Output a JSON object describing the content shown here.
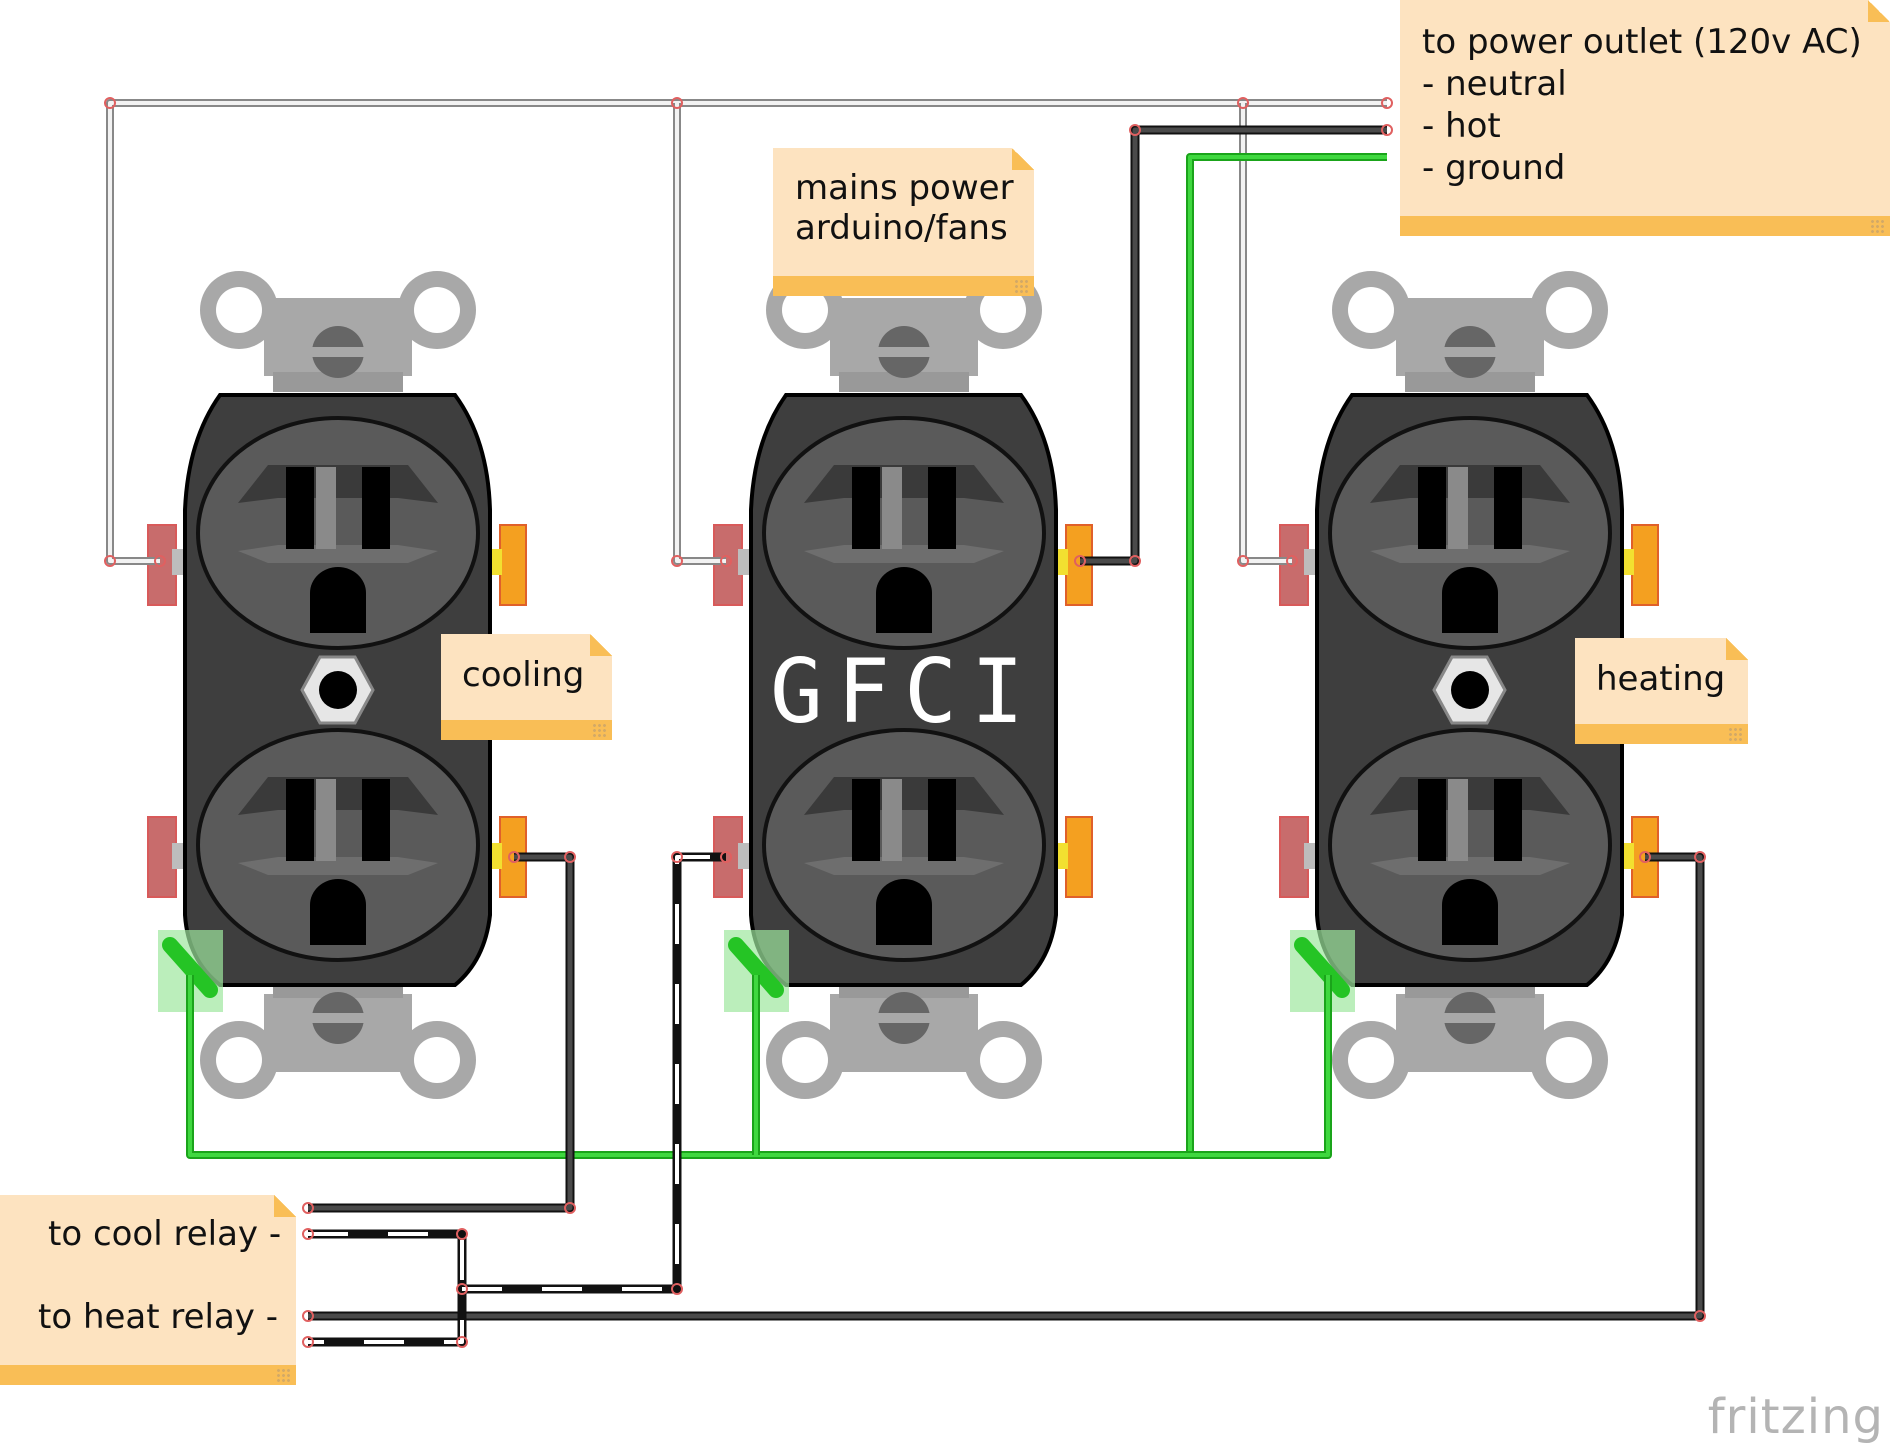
{
  "notes": {
    "outlet": {
      "line1": "to power outlet (120v AC)",
      "line2": "- neutral",
      "line3": "- hot",
      "line4": "- ground"
    },
    "mains": {
      "line1": "mains power",
      "line2": "arduino/fans"
    },
    "cooling": {
      "label": "cooling"
    },
    "heating": {
      "label": "heating"
    },
    "relays": {
      "cool": "to cool relay -",
      "heat": "to heat relay -"
    }
  },
  "receptacles": {
    "gfci_label": "GFCI"
  },
  "wire_colors": {
    "neutral": "#e6e6e6",
    "hot": "#404040",
    "ground": "#25c425"
  },
  "watermark": {
    "text": "fritzing"
  }
}
